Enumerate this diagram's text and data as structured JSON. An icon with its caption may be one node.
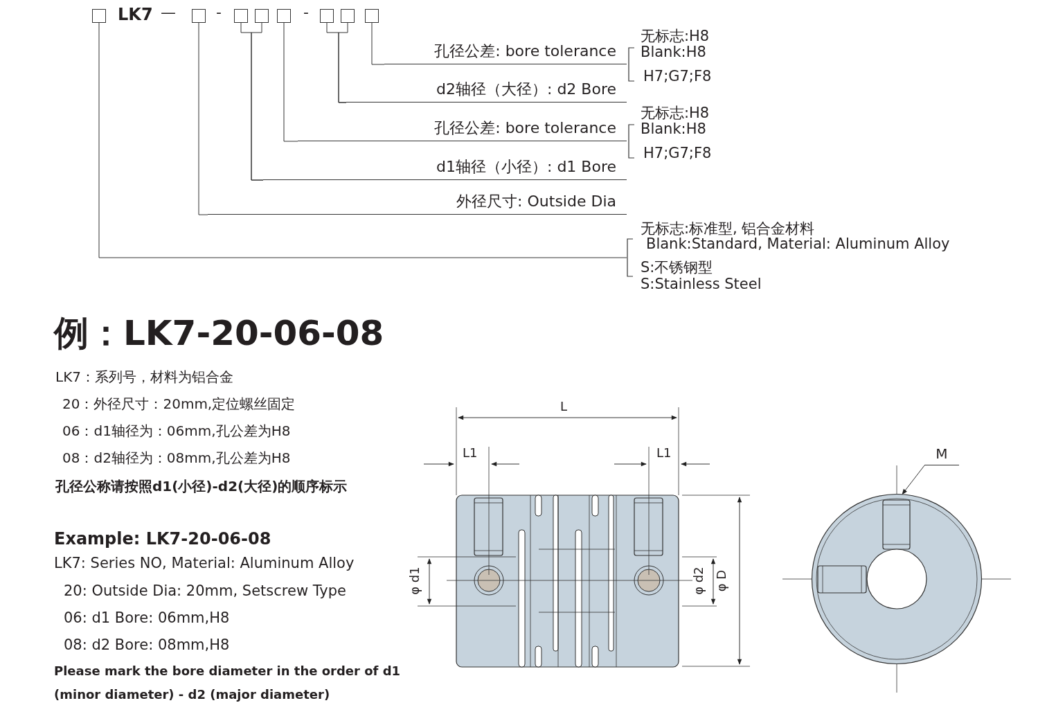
{
  "diagram": {
    "nodes": [
      {
        "text": [],
        "shape": "box"
      },
      {
        "text": [],
        "shape": "box"
      },
      {
        "text": [],
        "shape": "box"
      },
      {
        "text": [],
        "shape": "box"
      },
      {
        "text": [],
        "shape": "box"
      },
      {
        "text": [],
        "shape": "box"
      },
      {
        "text": [],
        "shape": "box"
      },
      {
        "text": [],
        "shape": "box"
      },
      {
        "text": [
          "孔径公差: bore tolerance"
        ],
        "beside": [
          "无标志:H8",
          "Blank:H8",
          "H7;G7;F8"
        ]
      },
      {
        "text": [
          "d2轴径（大径）: d2 Bore"
        ]
      },
      {
        "text": [
          "孔径公差: bore tolerance"
        ],
        "beside": [
          "无标志:H8",
          "Blank:H8",
          "H7;G7;F8"
        ]
      },
      {
        "text": [
          "d1轴径（小径）: d1 Bore"
        ]
      },
      {
        "text": [
          "外径尺寸: Outside Dia"
        ]
      },
      {
        "text": [
          "无标志:标准型, 铝合金材料",
          "Blank:Standard, Material: Aluminum Alloy",
          "S:不锈钢型",
          "S:Stainless Steel"
        ]
      },
      {
        "text": [
          "M"
        ]
      },
      {
        "text": [],
        "shape": "circle"
      }
    ],
    "edges": [
      {
        "from": 7,
        "to": 8,
        "arrow": "none"
      },
      {
        "from": 5,
        "to": 9,
        "arrow": "none"
      },
      {
        "from": 6,
        "to": 9,
        "arrow": "none"
      },
      {
        "from": 4,
        "to": 10,
        "arrow": "none"
      },
      {
        "from": 2,
        "to": 11,
        "arrow": "none"
      },
      {
        "from": 3,
        "to": 11,
        "arrow": "none"
      },
      {
        "from": 1,
        "to": 12,
        "arrow": "none"
      },
      {
        "from": 0,
        "to": 13,
        "arrow": "none"
      },
      {
        "from": 14,
        "to": 15,
        "arrow": "to"
      }
    ],
    "labels": [
      "LK7",
      "—",
      "-",
      "-",
      "例：LK7-20-06-08",
      "LK7：系列号，材料为铝合金",
      "20：外径尺寸：20mm,定位螺丝固定",
      "06：d1轴径为：06mm,孔公差为H8",
      "08：d2轴径为：08mm,孔公差为H8",
      "孔径公称请按照d1(小径)-d2(大径)的顺序标示",
      "Example: LK7-20-06-08",
      "LK7: Series NO, Material: Aluminum Alloy",
      "20: Outside Dia: 20mm, Setscrew Type",
      "06: d1 Bore: 06mm,H8",
      "08: d2 Bore: 08mm,H8",
      "Please mark the bore diameter in the order of d1 (minor diameter) - d2 (major diameter)",
      "L",
      "L1",
      "L1",
      "φ d1",
      "φ d2",
      "φ D"
    ]
  }
}
